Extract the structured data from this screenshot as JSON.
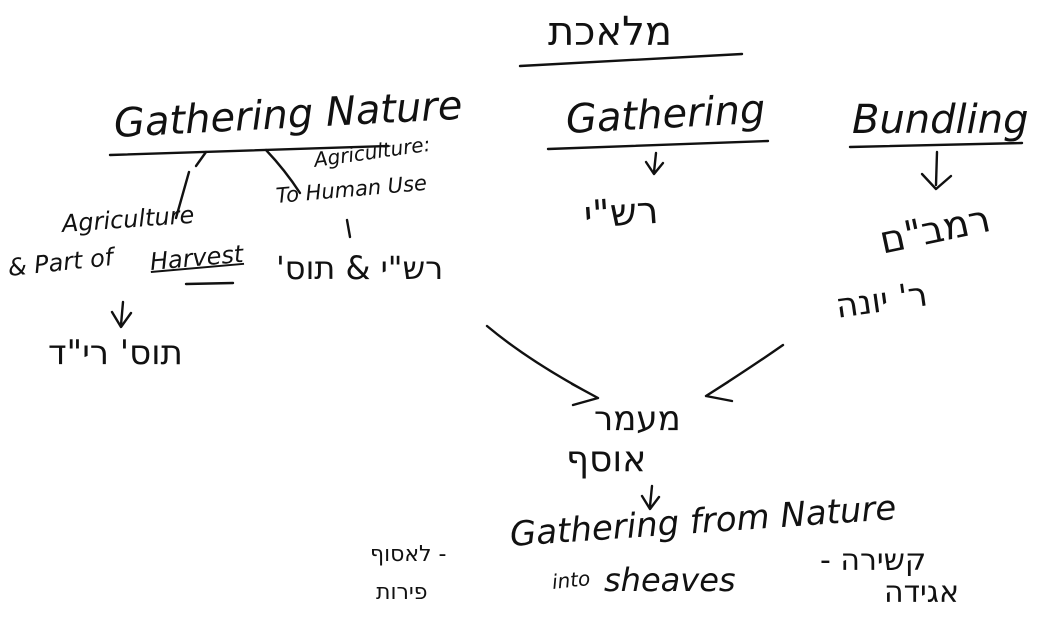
{
  "board": {
    "background": "#ffffff",
    "ink_color": "#111111"
  },
  "top": {
    "title": "מלאכת"
  },
  "left": {
    "heading": "Gathering Nature",
    "branch_a_line1": "Agriculture",
    "branch_a_line2": "& Part of",
    "branch_a_underlined": "Harvest",
    "branch_a_hebrew": "תוס' רי\"ד",
    "branch_b_line1": "Agriculture:",
    "branch_b_line2": "To Human Use",
    "branch_b_hebrew": "רש\"י & תוס'"
  },
  "center": {
    "heading": "Gathering",
    "hebrew": "רש\"י"
  },
  "right": {
    "heading": "Bundling",
    "hebrew_line1": "רמב\"ם",
    "hebrew_line2": "ר' יונה"
  },
  "bottom": {
    "hebrew_line1": "מעמר",
    "hebrew_line2": "אוסף",
    "english_line1": "Gathering from Nature",
    "english_into": "into",
    "english_sheaves": "sheaves",
    "left_note_line1": "- לאסוף",
    "left_note_line2": "פירות",
    "right_note_line1": "קשירה -",
    "right_note_line2": "אגידה"
  }
}
